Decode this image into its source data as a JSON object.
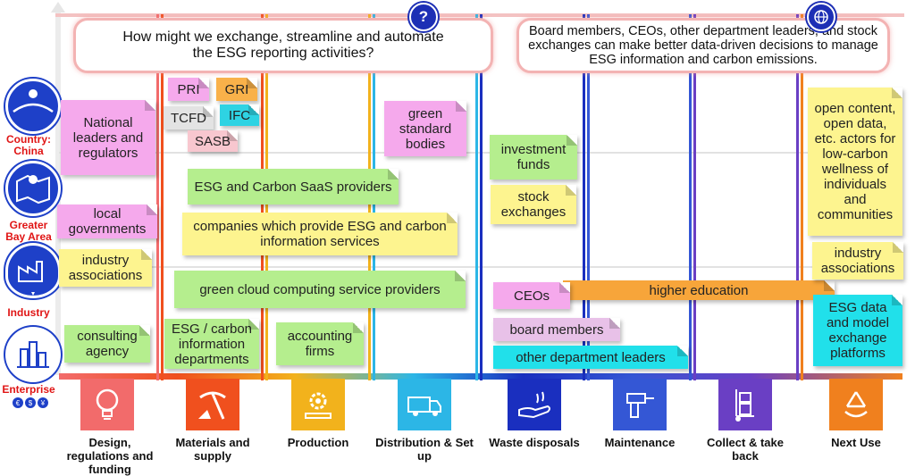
{
  "questions": {
    "left": "How might we exchange, streamline and automate the ESG reporting activities?",
    "right": "Board members, CEOs, other department leaders, and stock exchanges can make better data-driven decisions to manage ESG information and carbon emissions."
  },
  "levels": [
    {
      "label": "Country: China",
      "icon": "map-pin-icon"
    },
    {
      "label": "Greater Bay Area",
      "icon": "region-map-icon"
    },
    {
      "label": "Industry",
      "icon": "factory-icon"
    },
    {
      "label": "Enterprise",
      "icon": "enterprise-building-icon"
    }
  ],
  "stages": [
    {
      "label": "Design, regulations and funding",
      "color": "#f26b6b",
      "icon": "lightbulb-icon"
    },
    {
      "label": "Materials and supply",
      "color": "#f0501e",
      "icon": "pickaxe-icon"
    },
    {
      "label": "Production",
      "color": "#f2b21c",
      "icon": "gear-conveyor-icon"
    },
    {
      "label": "Distribution & Set up",
      "color": "#2cb6e6",
      "icon": "delivery-van-icon"
    },
    {
      "label": "Waste disposals",
      "color": "#1a2fbf",
      "icon": "hand-disposal-icon"
    },
    {
      "label": "Maintenance",
      "color": "#3457d5",
      "icon": "drill-icon"
    },
    {
      "label": "Collect & take back",
      "color": "#6a3fc4",
      "icon": "hand-truck-icon"
    },
    {
      "label": "Next Use",
      "color": "#f0801e",
      "icon": "recycle-icon"
    }
  ],
  "notes": {
    "pri": "PRI",
    "gri": "GRI",
    "tcfd": "TCFD",
    "ifc": "IFC",
    "sasb": "SASB",
    "national": "National leaders and regulators",
    "local": "local governments",
    "industry_left": "industry associations",
    "consulting": "consulting agency",
    "green_standard": "green standard bodies",
    "saas": "ESG and Carbon SaaS providers",
    "info_services": "companies which provide ESG and carbon information services",
    "cloud": "green cloud computing service providers",
    "esg_departments": "ESG / carbon information departments",
    "accounting": "accounting firms",
    "investment": "investment funds",
    "stock": "stock exchanges",
    "ceos": "CEOs",
    "higher_ed": "higher education",
    "board": "board members",
    "other_leaders": "other department leaders",
    "open_content": "open content, open data, etc. actors for low-carbon wellness of individuals and communities",
    "industry_right": "industry associations",
    "esg_platforms": "ESG data and model exchange platforms"
  },
  "colors": {
    "pink": "#f5a9ec",
    "orange": "#f9b14a",
    "gray": "#e3e3e3",
    "cyan": "#2ed3e3",
    "light_pink": "#f8c7cf",
    "green": "#b5ee8e",
    "yellow": "#fdf48f",
    "lavender": "#e8c1e8",
    "teal": "#21e0ea",
    "bar_orange": "#f7a53a"
  },
  "symbols": [
    "question-icon",
    "globe-icon",
    "euro-icon",
    "dollar-icon",
    "yen-icon"
  ]
}
